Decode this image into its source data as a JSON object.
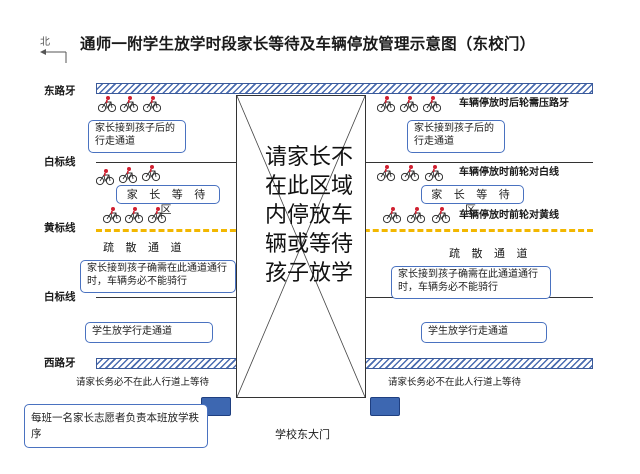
{
  "title": "通师一附学生放学时段家长等待及车辆停放管理示意图（东校门）",
  "north_label": "北",
  "lines": {
    "east_curb": "东路牙",
    "white_line_1": "白标线",
    "yellow_line": "黄标线",
    "white_line_2": "白标线",
    "west_curb": "西路牙"
  },
  "left": {
    "exit_path": "家长接到孩子后的行走通道",
    "waiting_area": "家 长 等 待 区",
    "evac_channel": "疏 散 通 道",
    "evac_note": "家长接到孩子确需在此通道通行时，车辆务必不能骑行",
    "student_path": "学生放学行走通道",
    "walkway_note": "请家长务必不在此人行道上等待"
  },
  "right": {
    "rear_wheel_note": "车辆停放时后轮需压路牙",
    "exit_path": "家长接到孩子后的行走通道",
    "front_white_note": "车辆停放时前轮对白线",
    "waiting_area": "家 长 等 待 区",
    "front_yellow_note": "车辆停放时前轮对黄线",
    "evac_channel": "疏 散 通 道",
    "evac_note": "家长接到孩子确需在此通道通行时，车辆务必不能骑行",
    "student_path": "学生放学行走通道",
    "walkway_note": "请家长务必不在此人行道上等待"
  },
  "center_notice": "请家长不在此区域内停放车辆或等待孩子放学",
  "volunteer_note": "每班一名家长志愿者负责本班放学秩序",
  "gate_label": "学校东大门",
  "colors": {
    "accent_blue": "#4a72c0",
    "yellow_line": "#f2b700",
    "gate": "#3d67b1",
    "bike_red": "#d02030"
  },
  "icons": {
    "bike": "bicycle-icon",
    "north": "north-arrow-icon"
  }
}
